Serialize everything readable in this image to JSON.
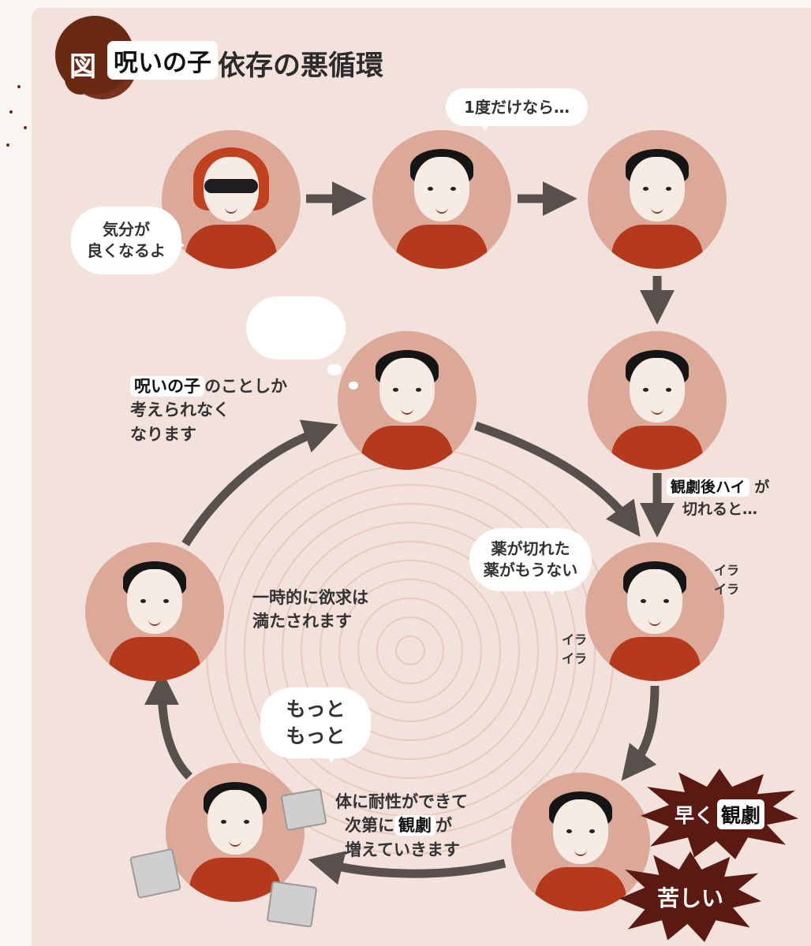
{
  "title": {
    "prefix": "図",
    "label": "呪いの子",
    "rest": "依存の悪循環"
  },
  "bubbles": {
    "kibun": "気分が\n良くなるよ",
    "ichido": "1度だけなら…",
    "thought_label": "呪いの子",
    "thought_rest": "のことしか\n考えられなく\nなります",
    "kusuri": "薬が切れた\n薬がもうない",
    "motto": "もっと\nもっと"
  },
  "captions": {
    "high_label": "観劇後ハイ",
    "high_rest1": "が",
    "high_rest2": "切れると…",
    "ichiji": "一時的に欲求は\n満たされます",
    "tolerance1": "体に耐性ができて",
    "tolerance2_pre": "次第に",
    "tolerance2_label": "観劇",
    "tolerance2_post": "が",
    "tolerance3": "増えていきます"
  },
  "irritation": {
    "top": "イラ\n イラ",
    "left": "イラ\n イラ"
  },
  "stars": {
    "hayaku_pre": "早く",
    "hayaku_label": "観劇",
    "kurushii": "苦しい"
  },
  "colors": {
    "panel": "#f3e1dc",
    "circle": "#dca898",
    "shirt": "#b5391c",
    "arrow": "#58504d",
    "splat": "#6a2912"
  }
}
